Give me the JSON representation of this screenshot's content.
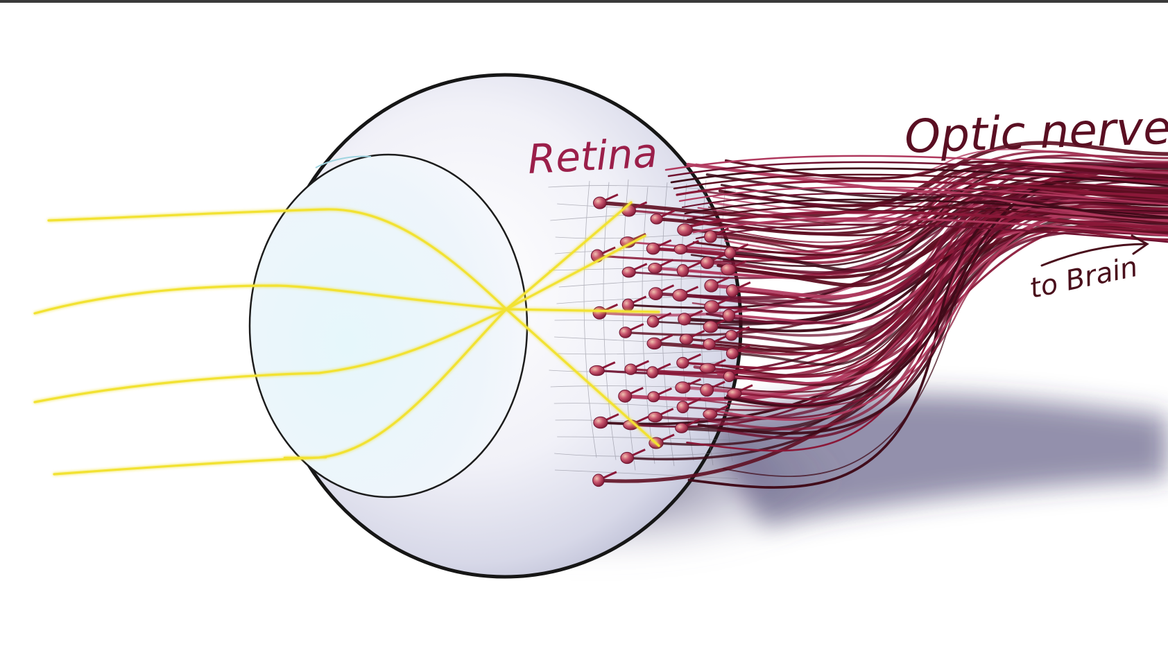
{
  "labels": {
    "retina": "Retina",
    "optic_nerve": "Optic nerve",
    "to_brain": "to Brain"
  },
  "colors": {
    "retina_label": "#9b1f4a",
    "optic_label": "#5a0f22",
    "brain_label": "#4a0f1c",
    "light_ray": "#f2e232",
    "eye_outline": "#161616",
    "nerve_dark": "#5e0e21",
    "nerve_mid": "#8a1838",
    "nerve_light": "#b0395e",
    "cell_body": "#a4284c",
    "shadow": "#3a335c"
  },
  "icons": {
    "eyeball": "eyeball-icon",
    "lens": "lens-icon",
    "arrow": "arrow-right-icon"
  }
}
